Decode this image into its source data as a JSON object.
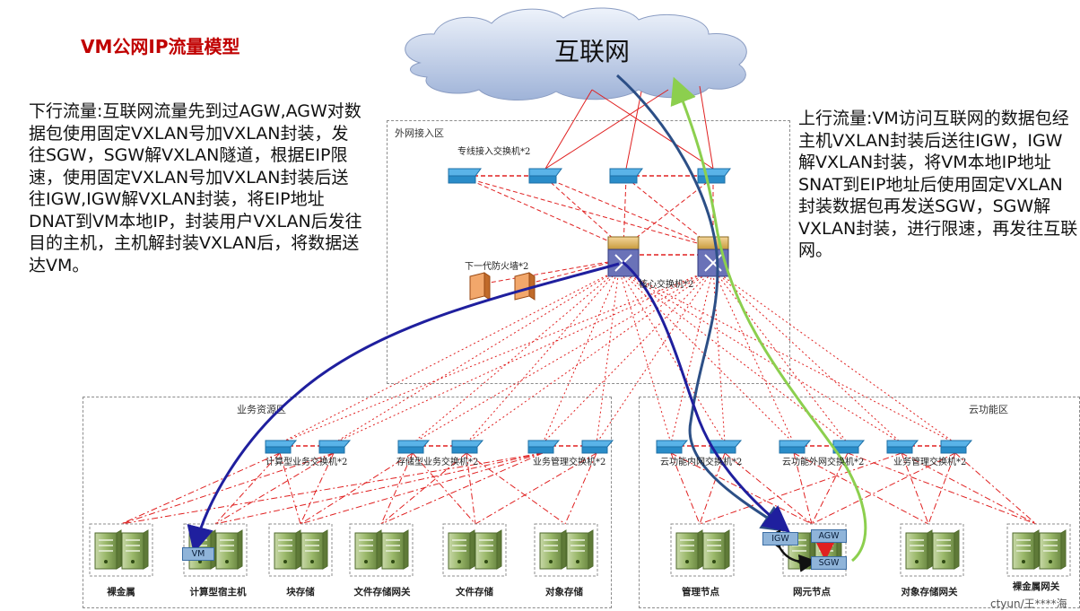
{
  "title": "VM公网IP流量模型",
  "internet_label": "互联网",
  "downstream_text": "下行流量:互联网流量先到过AGW,AGW对数据包使用固定VXLAN号加VXLAN封装，发往SGW，SGW解VXLAN隧道，根据EIP限速，使用固定VXLAN号加VXLAN封装后送往IGW,IGW解VXLAN封装，将EIP地址DNAT到VM本地IP，封装用户VXLAN后发往目的主机，主机解封装VXLAN后，将数据送达VM。",
  "upstream_text": "上行流量:VM访问互联网的数据包经主机VXLAN封装后送往IGW，IGW解VXLAN封装，将VM本地IP地址SNAT到EIP地址后使用固定VXLAN封装数据包再发送SGW，SGW解VXLAN封装，进行限速，再发往互联网。",
  "zones": {
    "external": "外网接入区",
    "business": "业务资源区",
    "cloud": "云功能区"
  },
  "labels": {
    "dedicated_switch": "专线接入交换机*2",
    "firewall": "下一代防火墙*2",
    "core_switch": "核心交换机*2",
    "compute_switch": "计算型业务交换机*2",
    "storage_switch": "存储型业务交换机*2",
    "biz_mgmt_switch": "业务管理交换机*2",
    "cloud_access_switch": "云功能内网交换机*2",
    "cloud_ext_switch": "云功能外网交换机*2",
    "cloud_mgmt_switch": "业务管理交换机*2"
  },
  "nodes": [
    "裸金属",
    "计算型宿主机",
    "块存储",
    "文件存储网关",
    "文件存储",
    "对象存储",
    "管理节点",
    "网元节点",
    "对象存储网关",
    "裸金属网关"
  ],
  "tags": {
    "vm": "VM",
    "igw": "IGW",
    "agw": "AGW",
    "sgw": "SGW"
  },
  "watermark": "ctyun/王****海",
  "colors": {
    "title": "#c00000",
    "red_link": "#e02020",
    "downstream_path": "#1f1f9e",
    "upstream_path_dark": "#2c4f86",
    "upstream_path_green": "#8ccf4e",
    "switch_blue": "#2a8cc8"
  }
}
